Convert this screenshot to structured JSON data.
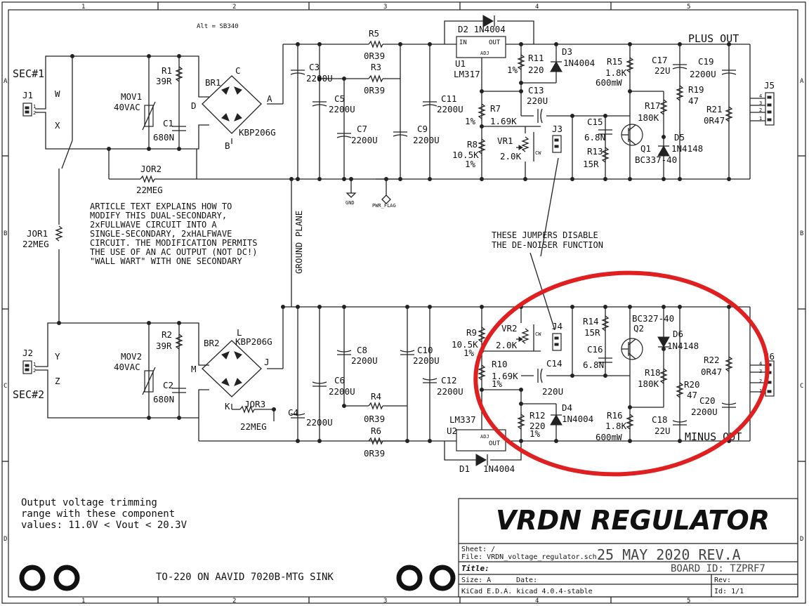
{
  "border": {
    "columns": [
      "1",
      "2",
      "3",
      "4",
      "5"
    ],
    "rows": [
      "A",
      "B",
      "C",
      "D"
    ]
  },
  "title_block": {
    "title": "VRDN  REGULATOR",
    "sheet_label": "Sheet: /",
    "file_label": "File: VRDN_voltage_regulator.sch",
    "date_rev": "25  MAY  2020   REV.A",
    "board_id": "BOARD  ID:  TZPRF7",
    "title_label": "Title:",
    "size_label": "Size: A",
    "date_label": "Date:",
    "rev_label": "Rev:",
    "kicad_label": "KiCad E.D.A.  kicad 4.0.4-stable",
    "id_label": "Id: 1/1"
  },
  "notes": {
    "alt": "Alt = SB340",
    "article": [
      "ARTICLE TEXT EXPLAINS HOW TO",
      "MODIFY THIS DUAL-SECONDARY,",
      "2xFULLWAVE CIRCUIT INTO A",
      "SINGLE-SECONDARY, 2xHALFWAVE",
      "CIRCUIT.  THE MODIFICATION PERMITS",
      "THE USE OF AN AC OUTPUT (NOT DC!)",
      "\"WALL WART\" WITH ONE SECONDARY"
    ],
    "jumpers": [
      "THESE JUMPERS DISABLE",
      "THE DE-NOISER FUNCTION"
    ],
    "trim": [
      "Output voltage trimming",
      "range with these component",
      "values:  11.0V < Vout < 20.3V"
    ],
    "sink": "TO-220 ON AAVID 7020B-MTG SINK",
    "ground_plane": "GROUND PLANE",
    "plus_out": "PLUS OUT",
    "minus_out": "MINUS OUT",
    "gnd": "GND",
    "pwr_flag": "PWR_FLAG"
  },
  "labels": {
    "sec1": "SEC#1",
    "sec2": "SEC#2",
    "J1": "J1",
    "J2": "J2",
    "J3": "J3",
    "J4": "J4",
    "J5": "J5",
    "J6": "J6",
    "W": "W",
    "X": "X",
    "Y": "Y",
    "Z": "Z",
    "A": "A",
    "B": "B",
    "C": "C",
    "D": "D",
    "J": "J",
    "K": "K",
    "L": "L",
    "M": "M",
    "MOV1": "MOV1",
    "MOV1v": "40VAC",
    "MOV2": "MOV2",
    "MOV2v": "40VAC",
    "R1": "R1",
    "R1v": "39R",
    "C1": "C1",
    "C1v": "680N",
    "R2": "R2",
    "R2v": "39R",
    "C2": "C2",
    "C2v": "680N",
    "BR1": "BR1",
    "BR1v": "KBP206G",
    "BR2": "BR2",
    "BR2v": "KBP206G",
    "JOR1": "JOR1",
    "JOR1v": "22MEG",
    "JOR2": "JOR2",
    "JOR2v": "22MEG",
    "JOR3": "JOR3",
    "JOR3v": "22MEG",
    "C3": "C3",
    "C3v": "2200U",
    "C4": "C4",
    "C4v": "2200U",
    "C5": "C5",
    "C5v": "2200U",
    "C6": "C6",
    "C6v": "2200U",
    "C7": "C7",
    "C7v": "2200U",
    "C8": "C8",
    "C8v": "2200U",
    "C9": "C9",
    "C9v": "2200U",
    "C10": "C10",
    "C10v": "2200U",
    "C11": "C11",
    "C11v": "2200U",
    "C12": "C12",
    "C12v": "2200U",
    "R3": "R3",
    "R3v": "0R39",
    "R4": "R4",
    "R4v": "0R39",
    "R5": "R5",
    "R5v": "0R39",
    "R6": "R6",
    "R6v": "0R39",
    "D1": "D1",
    "D1v": "1N4004",
    "D2": "D2 1N4004",
    "D3": "D3",
    "D3v": "1N4004",
    "D4": "D4",
    "D4v": "1N4004",
    "D5": "D5",
    "D5v": "1N4148",
    "D6": "D6",
    "D6v": "1N4148",
    "U1": "U1",
    "U1v": "LM317",
    "U2": "U2",
    "U2v": "LM337",
    "IN": "IN",
    "OUT": "OUT",
    "ADJ": "ADJ",
    "R7": "R7",
    "R7a": "1%",
    "R7v": "1.69K",
    "R8": "R8",
    "R8v": "10.5K",
    "R8a": "1%",
    "R9": "R9",
    "R9v": "10.5K",
    "R9a": "1%",
    "R10": "R10",
    "R10v": "1.69K",
    "R10a": "1%",
    "R11": "R11",
    "R11a": "1%",
    "R11v": "220",
    "R12": "R12",
    "R12v": "220",
    "R12a": "1%",
    "R13": "R13",
    "R13v": "15R",
    "R14": "R14",
    "R14v": "15R",
    "R15": "R15",
    "R15v": "1.8K",
    "R15p": "600mW",
    "R16": "R16",
    "R16v": "1.8K",
    "R16p": "600mW",
    "R17": "R17",
    "R17v": "180K",
    "R18": "R18",
    "R18v": "180K",
    "R19": "R19",
    "R19v": "47",
    "R20": "R20",
    "R20v": "47",
    "R21": "R21",
    "R21v": "0R47",
    "R22": "R22",
    "R22v": "0R47",
    "VR1": "VR1",
    "VR1v": "2.0K",
    "VR2": "VR2",
    "VR2v": "2.0K",
    "CW": "CW",
    "C13": "C13",
    "C13v": "220U",
    "C14": "C14",
    "C14v": "220U",
    "C15": "C15",
    "C15v": "6.8N",
    "C16": "C16",
    "C16v": "6.8N",
    "C17": "C17",
    "C17v": "22U",
    "C18": "C18",
    "C18v": "22U",
    "C19": "C19",
    "C19v": "2200U",
    "C20": "C20",
    "C20v": "2200U",
    "Q1": "Q1",
    "Q1v": "BC337-40",
    "Q2": "Q2",
    "Q2v": "BC327-40"
  },
  "highlight_color": "#e02020"
}
